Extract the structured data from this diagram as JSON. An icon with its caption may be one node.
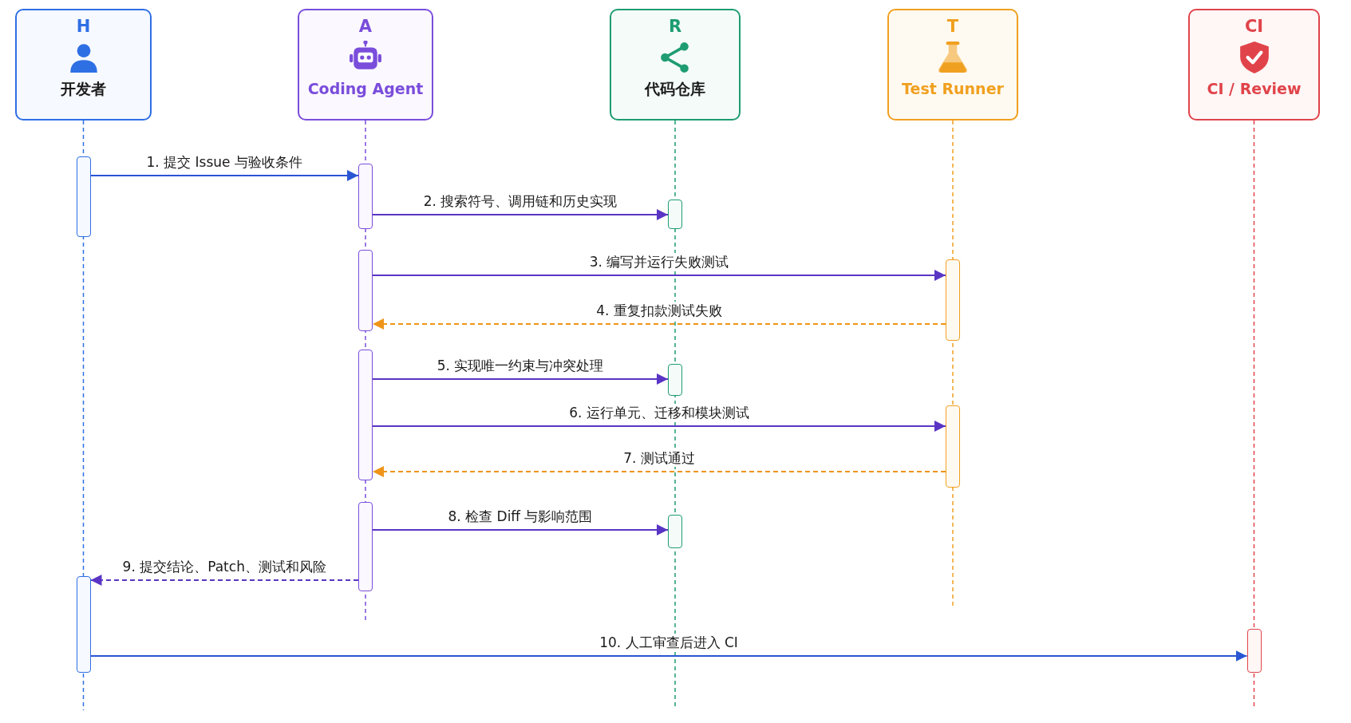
{
  "diagram": {
    "nodes": [
      {
        "text": [
          "H",
          "开发者"
        ]
      },
      {
        "text": [
          "A",
          "Coding Agent"
        ]
      },
      {
        "text": [
          "R",
          "代码仓库"
        ]
      },
      {
        "text": [
          "T",
          "Test Runner"
        ]
      },
      {
        "text": [
          "CI",
          "CI / Review"
        ]
      },
      {
        "text": [],
        "shape": "bar"
      },
      {
        "text": [],
        "shape": "bar"
      },
      {
        "text": [],
        "shape": "bar"
      },
      {
        "text": [],
        "shape": "bar"
      },
      {
        "text": [],
        "shape": "bar"
      },
      {
        "text": [],
        "shape": "bar"
      },
      {
        "text": [],
        "shape": "bar"
      },
      {
        "text": [],
        "shape": "bar"
      },
      {
        "text": [],
        "shape": "bar"
      },
      {
        "text": [],
        "shape": "bar"
      },
      {
        "text": [],
        "shape": "bar"
      },
      {
        "text": [],
        "shape": "bar"
      }
    ],
    "edges": [
      {
        "from": 5,
        "to": 6,
        "arrow": "to",
        "label": "1. 提交 Issue 与验收条件",
        "color": "#2a56d4"
      },
      {
        "from": 6,
        "to": 7,
        "arrow": "to",
        "label": "2. 搜索符号、调用链和历史实现"
      },
      {
        "from": 8,
        "to": 9,
        "arrow": "to",
        "label": "3. 编写并运行失败测试"
      },
      {
        "from": 9,
        "to": 8,
        "arrow": "to",
        "label": "4. 重复扣款测试失败",
        "style": "dashed",
        "color": "#ef9418"
      },
      {
        "from": 10,
        "to": 11,
        "arrow": "to",
        "label": "5. 实现唯一约束与冲突处理"
      },
      {
        "from": 10,
        "to": 12,
        "arrow": "to",
        "label": "6. 运行单元、迁移和模块测试"
      },
      {
        "from": 12,
        "to": 10,
        "arrow": "to",
        "label": "7. 测试通过",
        "style": "dashed",
        "color": "#ef9418"
      },
      {
        "from": 13,
        "to": 14,
        "arrow": "to",
        "label": "8. 检查 Diff 与影响范围"
      },
      {
        "from": 13,
        "to": 15,
        "arrow": "to",
        "label": "9. 提交结论、Patch、测试和风险",
        "style": "dashed"
      },
      {
        "from": 15,
        "to": 16,
        "arrow": "to",
        "label": "10. 人工审查后进入 CI",
        "color": "#2a56d4"
      }
    ]
  }
}
